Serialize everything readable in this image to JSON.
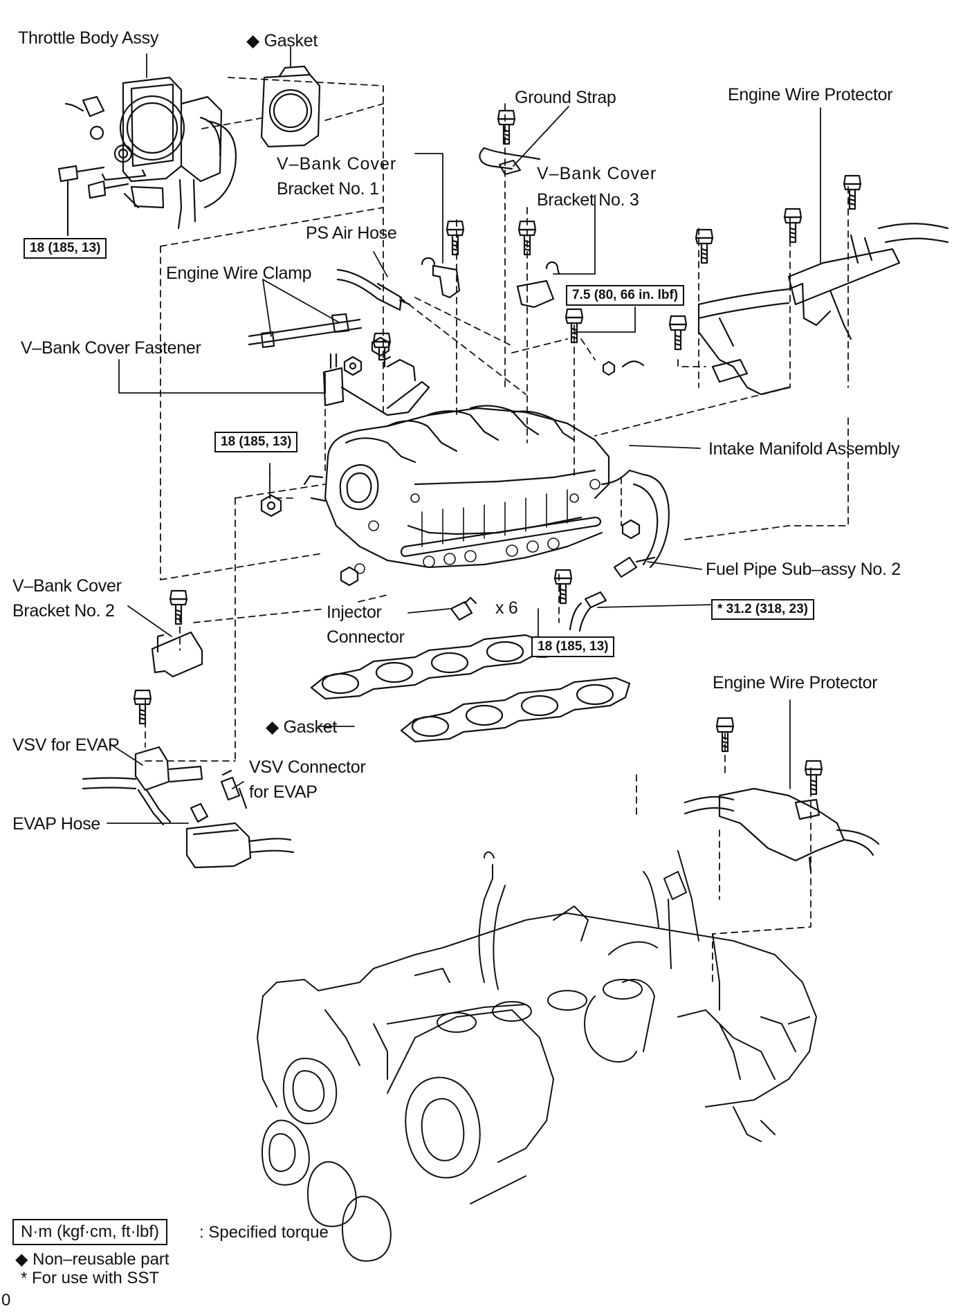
{
  "labels": {
    "throttle_body_assy": "Throttle Body Assy",
    "gasket_top": "◆ Gasket",
    "ground_strap": "Ground Strap",
    "engine_wire_protector_top": "Engine Wire Protector",
    "v_bank_cover_bracket_1_line1": "V–Bank Cover",
    "v_bank_cover_bracket_1_line2": "Bracket No. 1",
    "v_bank_cover_bracket_3_line1": "V–Bank Cover",
    "v_bank_cover_bracket_3_line2": "Bracket No. 3",
    "ps_air_hose": "PS Air Hose",
    "engine_wire_clamp": "Engine Wire Clamp",
    "v_bank_cover_fastener": "V–Bank Cover Fastener",
    "intake_manifold_assembly": "Intake Manifold Assembly",
    "fuel_pipe_sub_assy_2": "Fuel Pipe Sub–assy No. 2",
    "v_bank_cover_bracket_2_line1": "V–Bank Cover",
    "v_bank_cover_bracket_2_line2": "Bracket No. 2",
    "injector_connector_line1": "Injector",
    "injector_connector_line2": "Connector",
    "x6": "x 6",
    "engine_wire_protector_bottom": "Engine Wire Protector",
    "gasket_bottom": "◆ Gasket",
    "vsv_for_evap": "VSV for EVAP",
    "vsv_connector_line1": "VSV Connector",
    "vsv_connector_line2": "for EVAP",
    "evap_hose": "EVAP Hose"
  },
  "torques": {
    "t1": "18 (185, 13)",
    "t2": "7.5 (80, 66 in. lbf)",
    "t3": "18 (185, 13)",
    "t4": "* 31.2 (318, 23)",
    "t5": "18 (185, 13)"
  },
  "legend": {
    "torque_box": "N·m (kgf·cm, ft·lbf)",
    "torque_desc": ": Specified torque",
    "non_reusable": "◆ Non–reusable part",
    "sst": "* For use with SST",
    "page_code": "0"
  }
}
